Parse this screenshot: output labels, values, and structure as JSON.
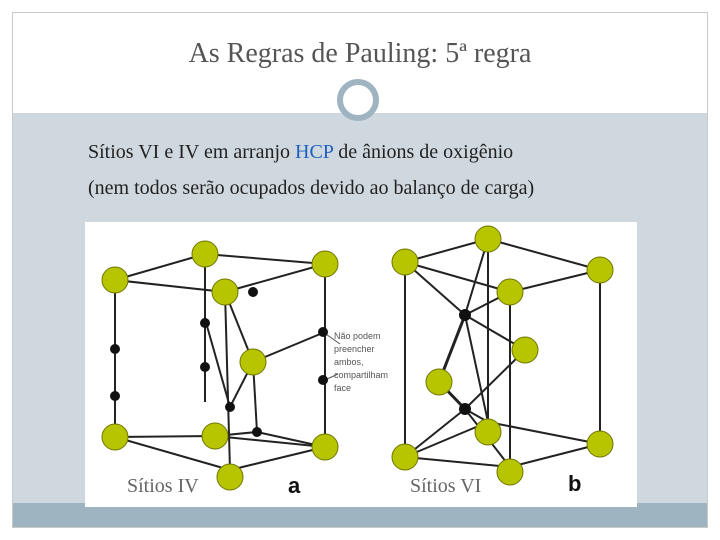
{
  "slide": {
    "title": "As Regras de Pauling: 5ª regra",
    "line1_before": "Sítios VI e IV em arranjo ",
    "line1_highlight": "HCP",
    "line1_after": " de ânions de oxigênio",
    "line2": "(nem todos serão ocupados devido ao balanço de carga)"
  },
  "figure": {
    "hcp_label": "HCP",
    "note": "Não podem preencher ambos, compartilham face",
    "label_tetra": "Sítios IV",
    "label_octa": "Sítios VI",
    "label_a": "a",
    "label_b": "b"
  },
  "colors": {
    "anion_fill": "#b7c400",
    "accent": "#1f5fbf",
    "band": "#cfd8df",
    "bottom_bar": "#9fb4c1"
  }
}
